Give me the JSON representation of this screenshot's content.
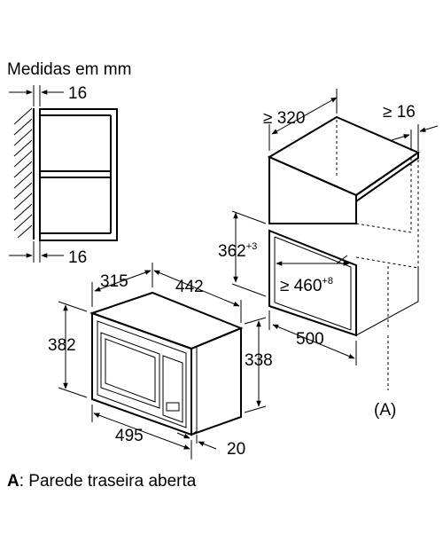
{
  "header": {
    "units_title": "Medidas em mm"
  },
  "side_view": {
    "top_gap": "16",
    "bottom_gap": "16"
  },
  "cabinet": {
    "min_depth": "≥ 320",
    "side_gap": "≥ 16",
    "opening_height": "362",
    "opening_height_tol": "+3",
    "opening_width": "≥ 460",
    "opening_width_tol": "+8",
    "depth": "500",
    "rear_label": "(A)"
  },
  "appliance": {
    "depth": "315",
    "width": "442",
    "height_front": "382",
    "height_body": "338",
    "front_width": "495",
    "frame_depth": "20"
  },
  "legend": {
    "key": "A",
    "text": ": Parede traseira aberta"
  }
}
